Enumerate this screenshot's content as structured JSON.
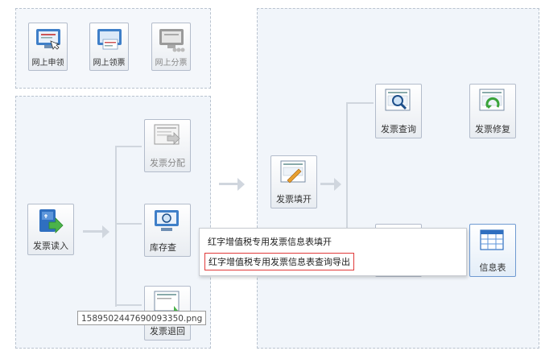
{
  "top_group": {
    "buttons": [
      {
        "label": "网上申领",
        "icon": "online-apply-icon"
      },
      {
        "label": "网上领票",
        "icon": "online-receive-icon"
      },
      {
        "label": "网上分票",
        "icon": "online-distribute-icon"
      }
    ]
  },
  "left_group": {
    "read_label": "发票读入",
    "distribute_label": "发票分配",
    "stock_query_label": "库存查",
    "return_label": "发票退回"
  },
  "right_group": {
    "fill_label": "发票填开",
    "query_label": "发票查询",
    "repair_label": "发票修复",
    "info_table_label": "信息表"
  },
  "context_menu": {
    "items": [
      "红字增值税专用发票信息表填开",
      "红字增值税专用发票信息表查询导出"
    ]
  },
  "tooltip": {
    "filename": "1589502447690093350.png"
  }
}
